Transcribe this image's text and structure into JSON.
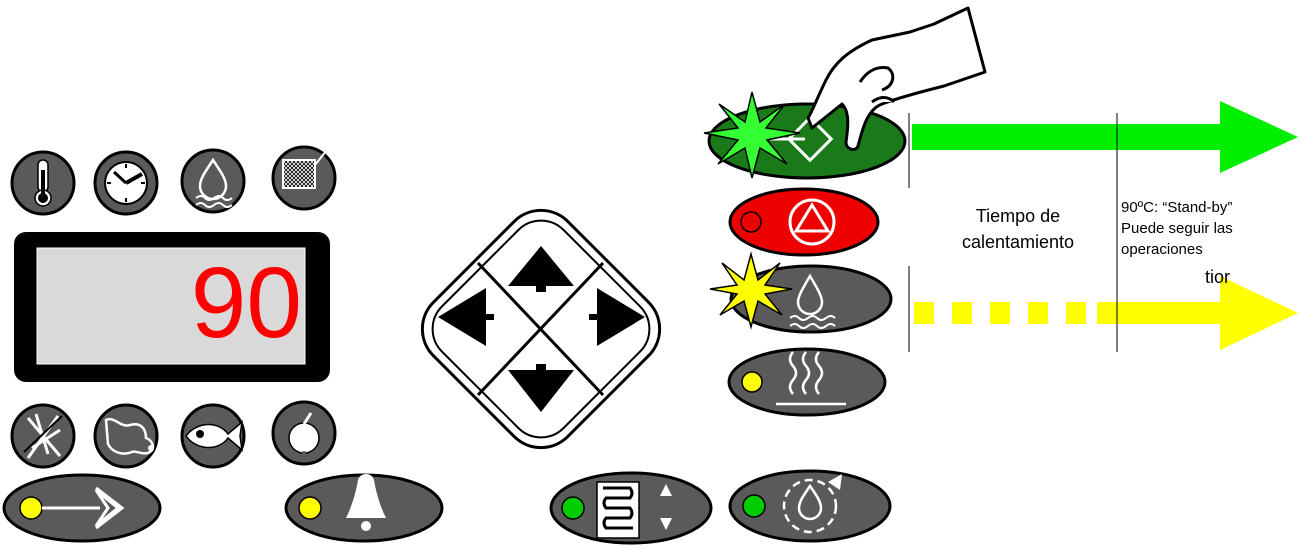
{
  "display": {
    "value": "90"
  },
  "annotations": {
    "heating_line1": "Tiempo de",
    "heating_line2": "calentamiento",
    "standby_line1": "90ºC: “Stand-by”",
    "standby_line2": "Puede seguir las",
    "standby_line3": "operaciones",
    "fragment": "tior"
  },
  "top_icons": [
    "thermometer-icon",
    "clock-icon",
    "water-drop-icon",
    "filter-basket-icon"
  ],
  "bottom_icons": [
    "utensils-crossed-icon",
    "meat-icon",
    "fish-icon",
    "apple-icon"
  ],
  "colors": {
    "button_gray": "#5a5a5a",
    "button_green": "#1a7a1a",
    "button_red": "#ee0000",
    "indicator_yellow": "#ffff00",
    "indicator_green": "#00cc00",
    "display_bg": "#d9d9d9",
    "display_text": "#ff0000",
    "arrow_green": "#00ee00",
    "arrow_yellow": "#ffff00"
  }
}
